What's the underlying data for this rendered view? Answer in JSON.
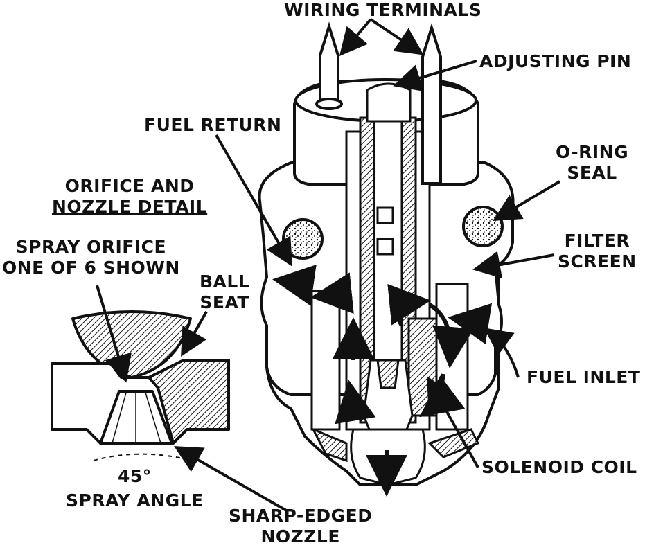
{
  "labels": {
    "wiring_terminals": "WIRING TERMINALS",
    "adjusting_pin": "ADJUSTING PIN",
    "fuel_return": "FUEL RETURN",
    "o_ring_seal_1": "O-RING",
    "o_ring_seal_2": "SEAL",
    "orifice_detail_1": "ORIFICE AND",
    "orifice_detail_2": "NOZZLE DETAIL",
    "filter_screen_1": "FILTER",
    "filter_screen_2": "SCREEN",
    "spray_orifice_1": "SPRAY ORIFICE",
    "spray_orifice_2": "ONE OF 6 SHOWN",
    "ball_seat_1": "BALL",
    "ball_seat_2": "SEAT",
    "fuel_inlet": "FUEL INLET",
    "angle_value": "45°",
    "spray_angle": "SPRAY ANGLE",
    "solenoid_coil": "SOLENOID COIL",
    "sharp_edged_1": "SHARP-EDGED",
    "sharp_edged_2": "NOZZLE"
  },
  "colors": {
    "ink": "#111111",
    "paper": "#ffffff"
  }
}
